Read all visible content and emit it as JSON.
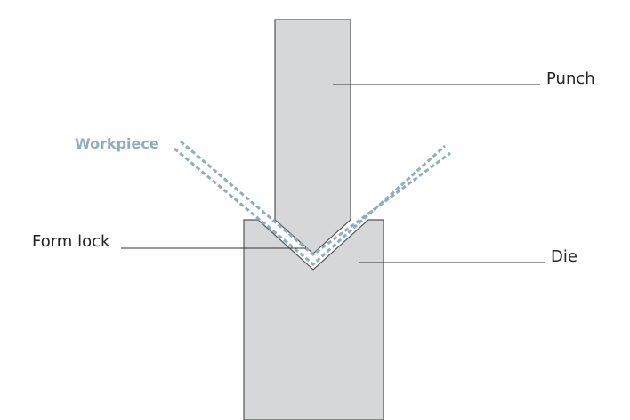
{
  "labels": {
    "workpiece": "Workpiece",
    "punch": "Punch",
    "die": "Die",
    "form_lock": "Form lock"
  },
  "colors": {
    "part_fill": "#d6d7d8",
    "part_stroke": "#555555",
    "workpiece": "#8eaebb",
    "leader": "#333333",
    "text": "#222222"
  }
}
